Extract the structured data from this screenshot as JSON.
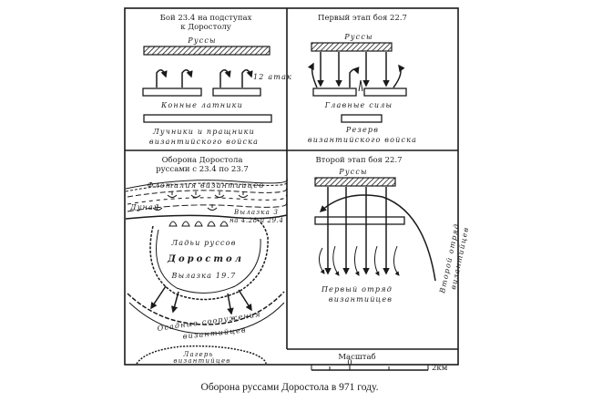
{
  "panels": {
    "top_left": {
      "title_line1": "Бой 23.4 на подступах",
      "title_line2": "к Доростолу",
      "rus_label": "Руссы",
      "cavalry_label": "Конные  латники",
      "count_label": "12 атак",
      "archers_line1": "Лучники и пращники",
      "archers_line2": "византийского войска"
    },
    "top_right": {
      "title": "Первый этап боя 22.7",
      "rus_label": "Руссы",
      "main_forces_label": "Главные  силы",
      "reserve_line1": "Резерв",
      "reserve_line2": "византийского войска"
    },
    "bottom_left": {
      "title_line1": "Оборона Доростола",
      "title_line2": "руссами с 23.4 по 23.7",
      "flotilla_label": "Флотилия  византийцев",
      "danube_label": "Дунай",
      "sortie1_line1": "Вылазка 3",
      "sortie1_line2": "на 4.28 и 29.4",
      "boats_label": "Ладьи руссов",
      "city_label": "Доростол",
      "sortie2_label": "Вылазка 19.7",
      "siege_line1": "Осадные  сооружения",
      "siege_line2": "византийцев",
      "camp_line1": "Лагерь",
      "camp_line2": "византийцев"
    },
    "bottom_right": {
      "title": "Второй этап боя 22.7",
      "rus_label": "Руссы",
      "first_detachment_line1": "Первый отряд",
      "first_detachment_line2": "византийцев",
      "second_detachment_line1": "Второй отряд",
      "second_detachment_line2": "византийцев"
    }
  },
  "scale": {
    "title": "Масштаб",
    "tick_zero": "0",
    "tick_end": "2км"
  },
  "caption": "Оборона руссами Доростола в 971 году."
}
